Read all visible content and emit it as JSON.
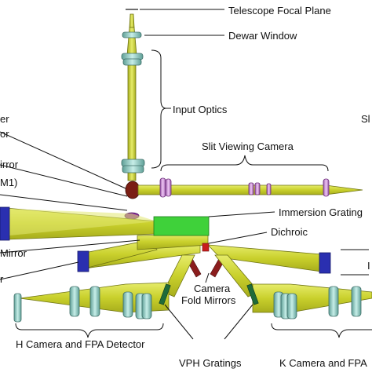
{
  "labels": {
    "telescope_focal_plane": "Telescope Focal Plane",
    "dewar_window": "Dewar Window",
    "input_optics": "Input Optics",
    "slit_viewing_camera": "Slit Viewing Camera",
    "immersion_grating": "Immersion Grating",
    "dichroic": "Dichroic",
    "camera_fold_mirrors_1": "Camera",
    "camera_fold_mirrors_2": "Fold Mirrors",
    "h_camera": "H Camera and FPA Detector",
    "vph_gratings": "VPH Gratings",
    "k_camera": "K Camera and FPA",
    "left_cut_1": "er",
    "left_cut_2": "or",
    "left_cut_3": "irror",
    "left_cut_4": "M1)",
    "left_cut_5": "Mirror",
    "left_cut_6": "r",
    "right_cut_1": "Sl",
    "right_cut_2": "I"
  },
  "colors": {
    "beam": "#d4dc3a",
    "beam_edge": "#6f7414",
    "lens": "#8fcfc4",
    "lens_edge": "#3f6f68",
    "magenta_lens": "#d9a0e6",
    "grating": "#3fd13a",
    "detector": "#2a2fb0",
    "fold_mirror": "#8b1d1d",
    "vph": "#1f6b3a"
  }
}
